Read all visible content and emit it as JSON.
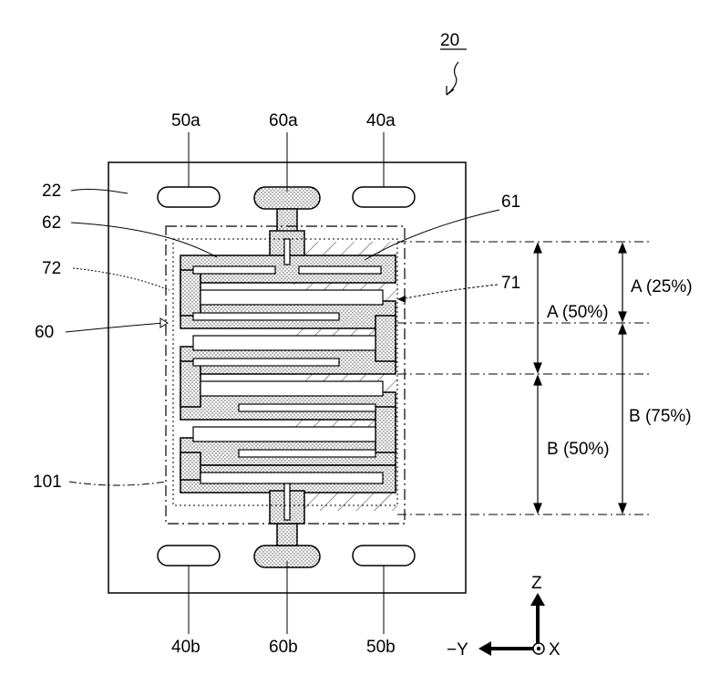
{
  "labels": {
    "figure_ref": "20",
    "substrate": "22",
    "pad_50a": "50a",
    "pad_60a": "60a",
    "pad_40a": "40a",
    "pad_40b": "40b",
    "pad_60b": "60b",
    "pad_50b": "50b",
    "element_61": "61",
    "element_62": "62",
    "element_72": "72",
    "element_71": "71",
    "element_60": "60",
    "element_101": "101"
  },
  "dimensions": {
    "a_50": "A (50%)",
    "b_50": "B (50%)",
    "a_25": "A (25%)",
    "b_75": "B (75%)"
  },
  "axes": {
    "z": "Z",
    "neg_y": "−Y",
    "x": "X"
  }
}
